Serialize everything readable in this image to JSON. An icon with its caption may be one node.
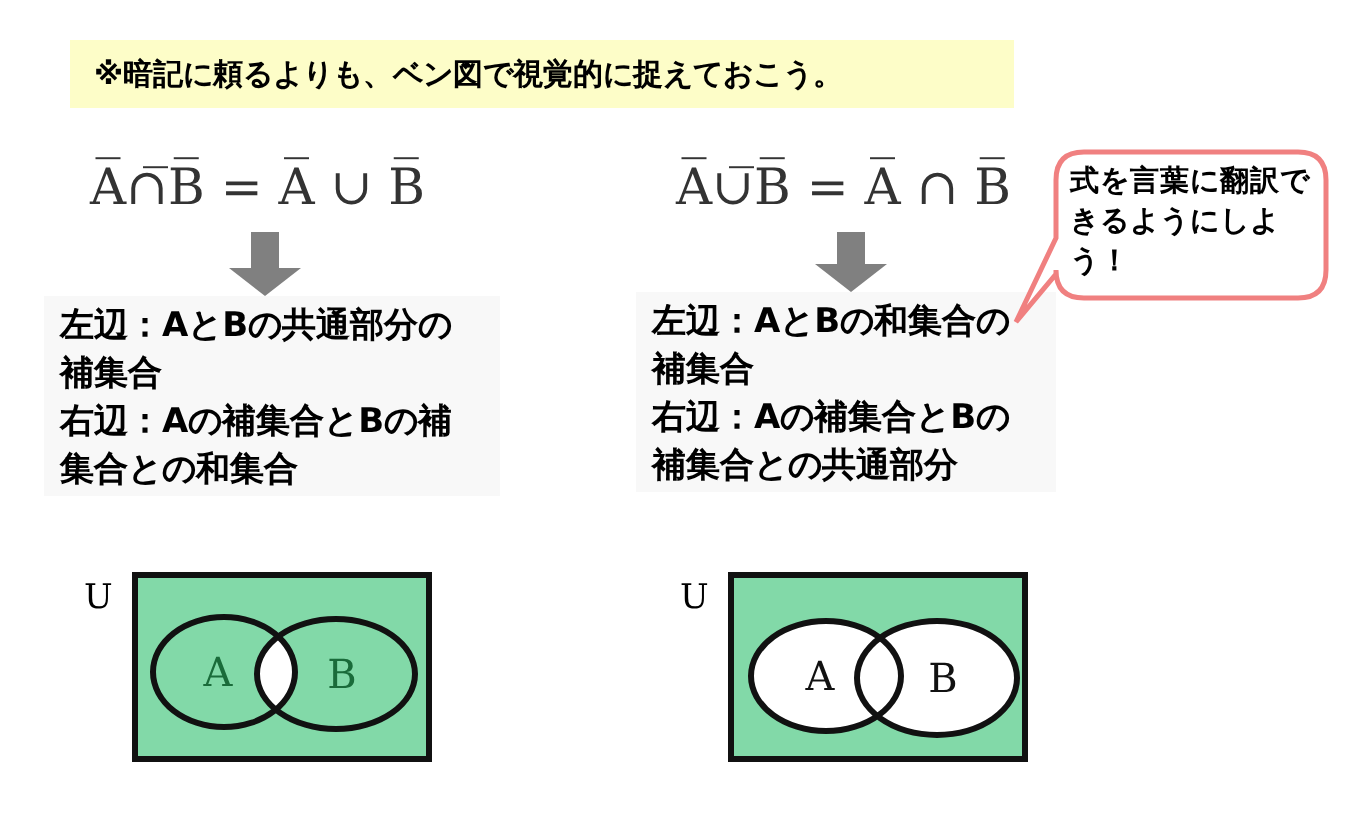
{
  "diagram": {
    "title": "※暗記に頼るよりも、ベン図で視覚的に捉えておこう。",
    "nodes": [
      {
        "text": [
          "A̅∩̅B̅ = A̅ ∪ B̅"
        ]
      },
      {
        "text": [
          "左辺：AとBの共通部分の補集合",
          "右辺：Aの補集合とBの補集合との和集合"
        ]
      },
      {
        "text": [
          "A̅∪̅B̅ = A̅ ∩ B̅"
        ]
      },
      {
        "text": [
          "左辺：AとBの和集合の補集合",
          "右辺：Aの補集合とBの補集合との共通部分"
        ]
      },
      {
        "text": [
          "式を言葉に翻訳できるようにしよう！"
        ]
      },
      {
        "text": [
          "U"
        ]
      },
      {
        "text": [
          "A"
        ],
        "in": 5
      },
      {
        "text": [
          "B"
        ],
        "in": 5
      },
      {
        "text": [
          "U"
        ]
      },
      {
        "text": [
          "A"
        ],
        "in": 8
      },
      {
        "text": [
          "B"
        ],
        "in": 8
      }
    ],
    "edges": [
      {
        "from": 0,
        "to": 1,
        "arrow": "to"
      },
      {
        "from": 2,
        "to": 3,
        "arrow": "to"
      }
    ]
  }
}
